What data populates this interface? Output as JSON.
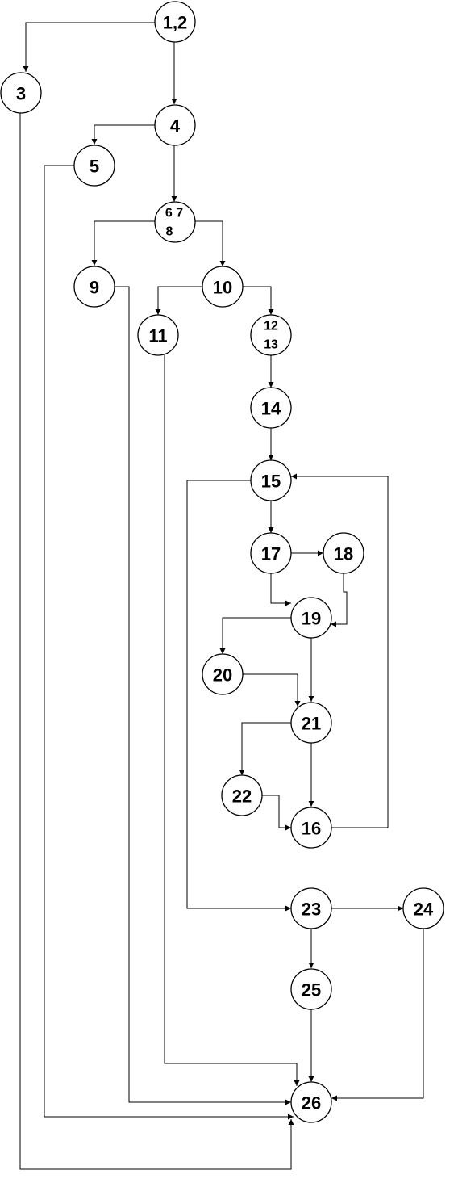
{
  "diagram": {
    "nodes": [
      {
        "id": "n12",
        "label": "1,2"
      },
      {
        "id": "n3",
        "label": "3"
      },
      {
        "id": "n4",
        "label": "4"
      },
      {
        "id": "n5",
        "label": "5"
      },
      {
        "id": "n678",
        "label_line1": "6 7",
        "label_line2": "8"
      },
      {
        "id": "n9",
        "label": "9"
      },
      {
        "id": "n10",
        "label": "10"
      },
      {
        "id": "n11",
        "label": "11"
      },
      {
        "id": "n1213",
        "label_line1": "12",
        "label_line2": "13"
      },
      {
        "id": "n14",
        "label": "14"
      },
      {
        "id": "n15",
        "label": "15"
      },
      {
        "id": "n17",
        "label": "17"
      },
      {
        "id": "n18",
        "label": "18"
      },
      {
        "id": "n19",
        "label": "19"
      },
      {
        "id": "n20",
        "label": "20"
      },
      {
        "id": "n21",
        "label": "21"
      },
      {
        "id": "n22",
        "label": "22"
      },
      {
        "id": "n16",
        "label": "16"
      },
      {
        "id": "n23",
        "label": "23"
      },
      {
        "id": "n24",
        "label": "24"
      },
      {
        "id": "n25",
        "label": "25"
      },
      {
        "id": "n26",
        "label": "26"
      }
    ],
    "edges": [
      {
        "from": "1,2",
        "to": "3"
      },
      {
        "from": "1,2",
        "to": "4"
      },
      {
        "from": "4",
        "to": "5"
      },
      {
        "from": "4",
        "to": "6 7 8"
      },
      {
        "from": "6 7 8",
        "to": "9"
      },
      {
        "from": "6 7 8",
        "to": "10"
      },
      {
        "from": "10",
        "to": "11"
      },
      {
        "from": "10",
        "to": "12 13"
      },
      {
        "from": "12 13",
        "to": "14"
      },
      {
        "from": "14",
        "to": "15"
      },
      {
        "from": "15",
        "to": "17"
      },
      {
        "from": "15",
        "to": "23"
      },
      {
        "from": "17",
        "to": "18"
      },
      {
        "from": "17",
        "to": "19"
      },
      {
        "from": "18",
        "to": "19"
      },
      {
        "from": "19",
        "to": "20"
      },
      {
        "from": "19",
        "to": "21"
      },
      {
        "from": "20",
        "to": "21"
      },
      {
        "from": "21",
        "to": "22"
      },
      {
        "from": "21",
        "to": "16"
      },
      {
        "from": "22",
        "to": "16"
      },
      {
        "from": "16",
        "to": "15"
      },
      {
        "from": "23",
        "to": "24"
      },
      {
        "from": "23",
        "to": "25"
      },
      {
        "from": "25",
        "to": "26"
      },
      {
        "from": "24",
        "to": "26"
      },
      {
        "from": "11",
        "to": "26"
      },
      {
        "from": "9",
        "to": "26"
      },
      {
        "from": "5",
        "to": "26"
      },
      {
        "from": "3",
        "to": "26"
      }
    ]
  }
}
